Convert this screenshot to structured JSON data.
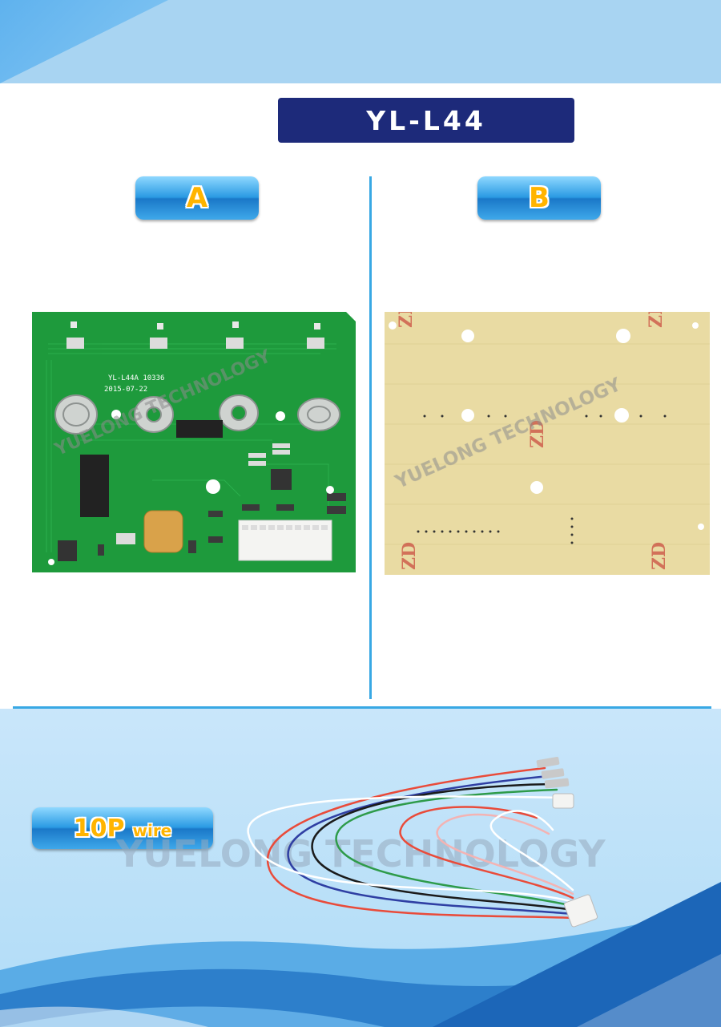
{
  "header": {
    "model_title": "YL-L44"
  },
  "section_a": {
    "label": "A",
    "board_caption": "YL-L44A 10336",
    "board_date": "2015-07-22",
    "watermark": "YUELONG TECHNOLOGY"
  },
  "section_b": {
    "label": "B",
    "watermark": "YUELONG TECHNOLOGY"
  },
  "wire": {
    "label_big": "10P",
    "label_small": "wire",
    "watermark": "YUELONG TECHNOLOGY"
  },
  "colors": {
    "title_bg": "#1d2a7a",
    "accent_blue": "#38a8e4",
    "label_orange": "#ffb400",
    "pcb_green": "#1e9a3c",
    "panel_tan": "#e9dba3"
  }
}
